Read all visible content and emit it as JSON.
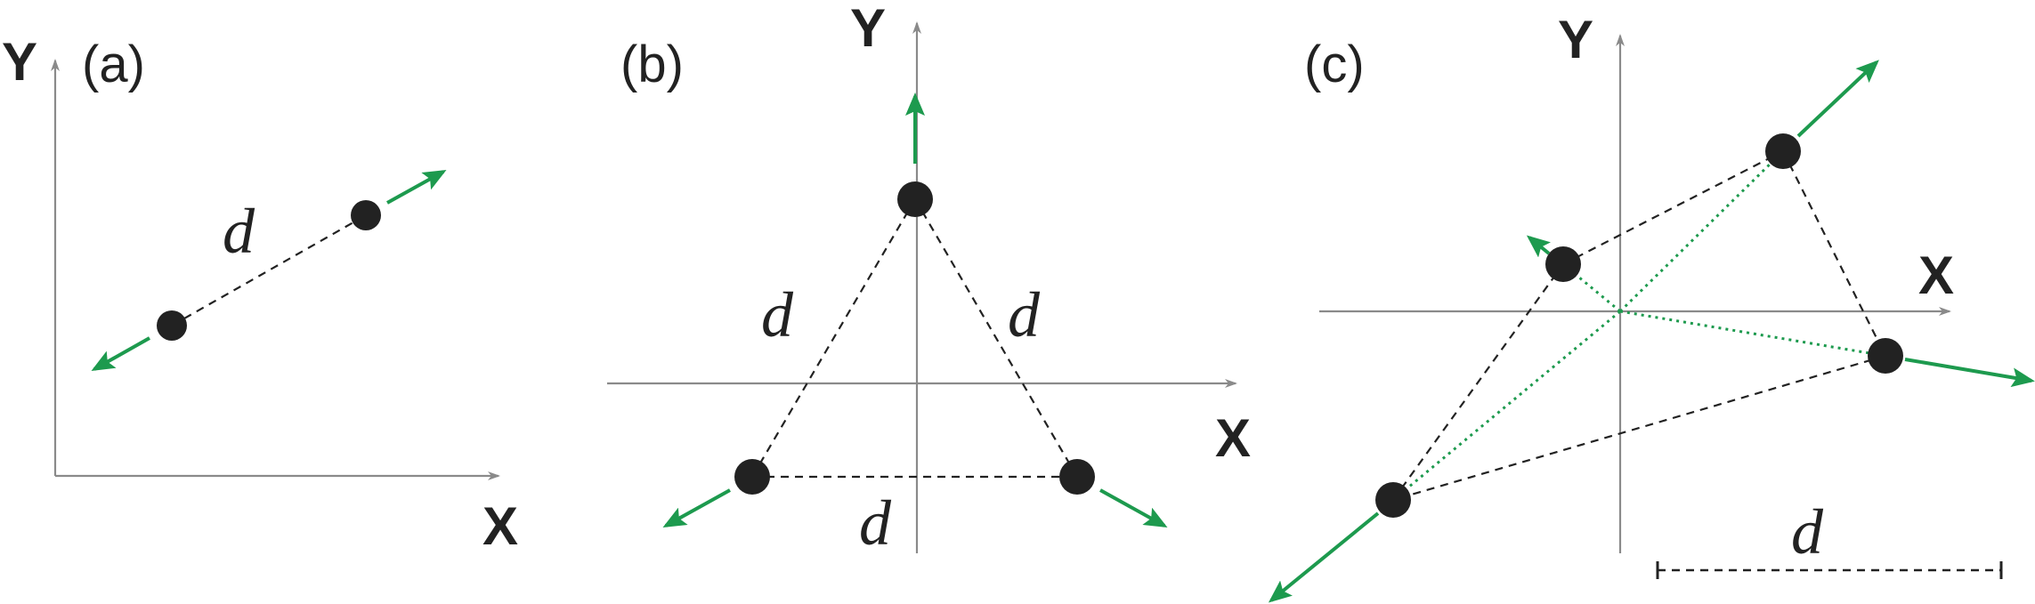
{
  "labels": {
    "x": "X",
    "y": "Y",
    "d": "d"
  },
  "panels": {
    "a": {
      "label": "(a)"
    },
    "b": {
      "label": "(b)"
    },
    "c": {
      "label": "(c)"
    }
  },
  "colors": {
    "axis": "#8a8a8a",
    "atom": "#222222",
    "force": "#1d9a4e",
    "bond": "#222222"
  }
}
